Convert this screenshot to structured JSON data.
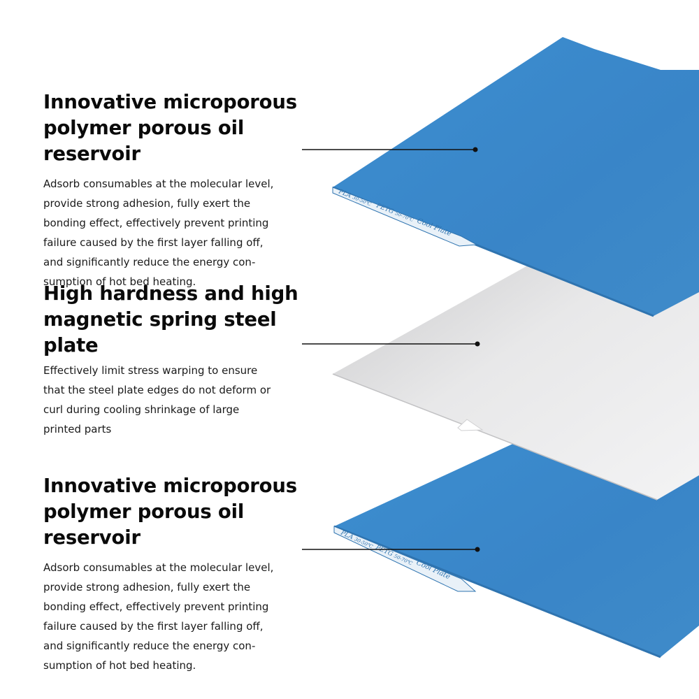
{
  "sections": [
    {
      "heading": [
        "Innovative microporous",
        "polymer porous oil reservoir"
      ],
      "body": [
        "Adsorb consumables at the molecular level,",
        "provide strong adhesion, fully exert the",
        "bonding effect, effectively prevent printing",
        "failure caused by the first layer falling off,",
        "and significantly reduce the energy con-",
        "sumption of hot bed heating."
      ]
    },
    {
      "heading": [
        "High hardness and high",
        "magnetic spring steel plate"
      ],
      "body": [
        "Effectively limit stress warping to ensure",
        "that the steel plate edges do not deform or",
        "curl during cooling shrinkage of large",
        "printed parts"
      ]
    },
    {
      "heading": [
        "Innovative microporous",
        "polymer porous oil reservoir"
      ],
      "body": [
        "Adsorb consumables at the molecular level,",
        "provide strong adhesion, fully exert the",
        "bonding effect, effectively prevent printing",
        "failure caused by the first layer falling off,",
        "and significantly reduce the energy con-",
        "sumption of hot bed heating."
      ]
    }
  ],
  "plate_label": {
    "pla": "PLA",
    "pla_temp": "30-50℃",
    "petg": "PETG",
    "petg_temp": "50-70℃",
    "name": "Cool Plate"
  },
  "colors": {
    "blue_plate": "#3a86c8",
    "steel_plate": "#e4e4e4",
    "text": "#111111",
    "line": "#111111"
  }
}
